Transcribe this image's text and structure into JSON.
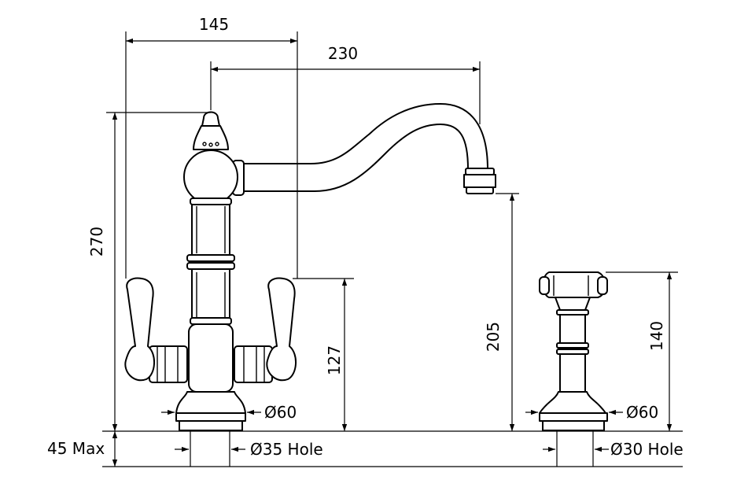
{
  "diagram": {
    "dimensions": {
      "width_to_spout_axis": "145",
      "spout_reach": "230",
      "overall_height": "270",
      "lever_height": "127",
      "spout_outlet_height": "205",
      "spray_height": "140",
      "tap_base_diameter": "Ø60",
      "spray_base_diameter": "Ø60",
      "tap_hole": "Ø35 Hole",
      "spray_hole": "Ø30 Hole",
      "max_deck_thickness": "45 Max"
    },
    "line_color": "#000000",
    "background_color": "#ffffff"
  }
}
